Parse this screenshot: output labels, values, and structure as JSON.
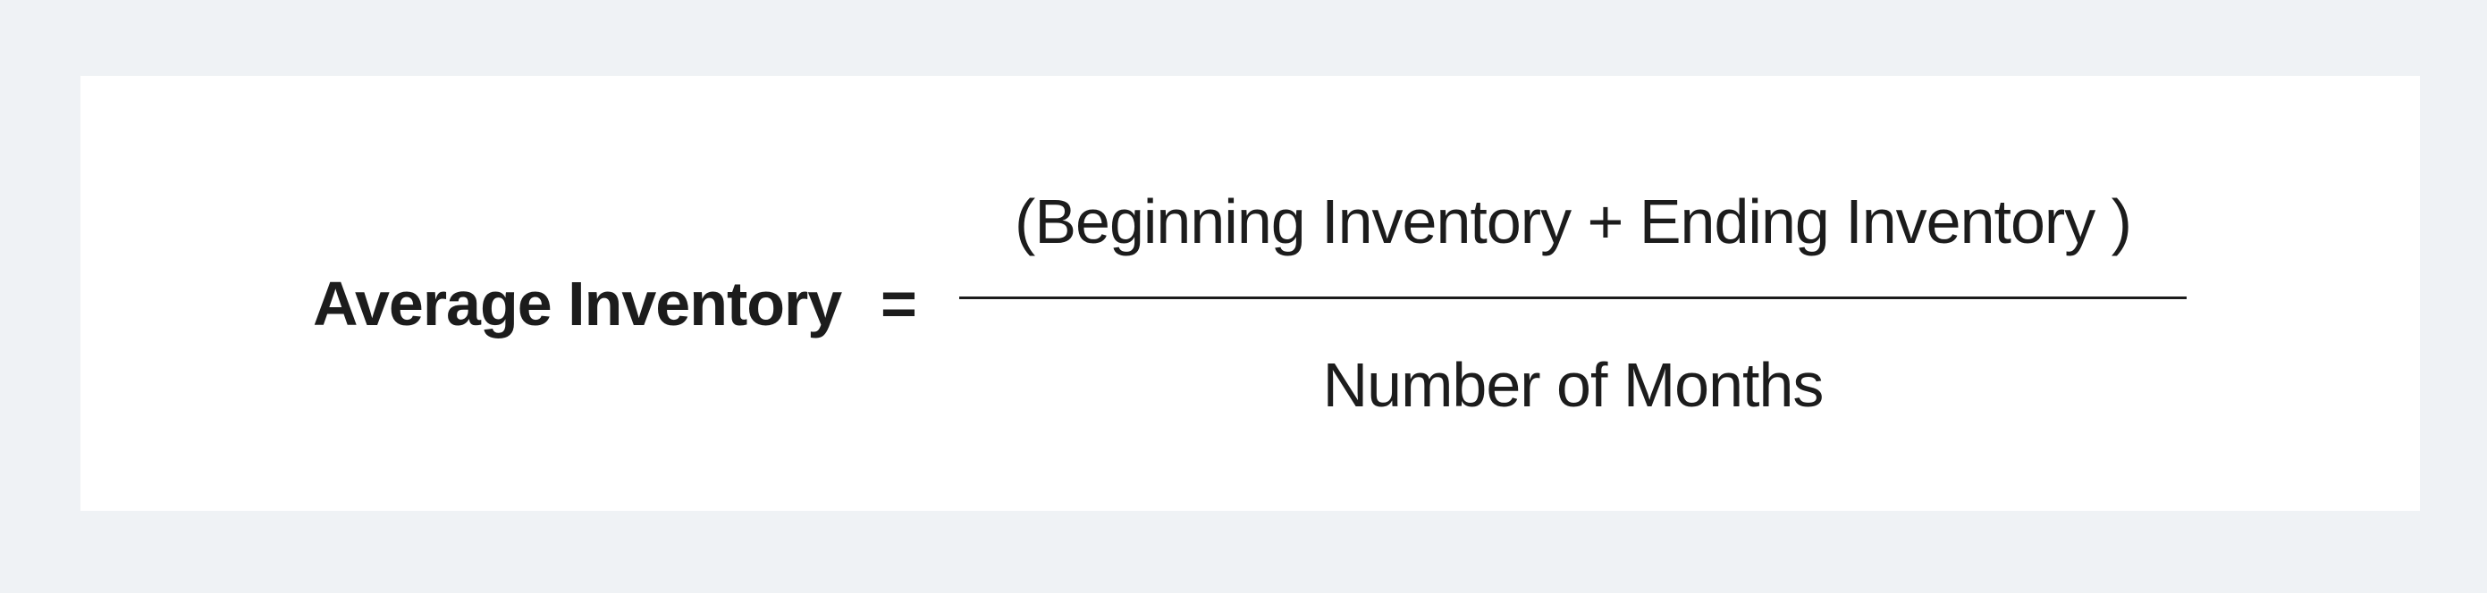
{
  "formula": {
    "lhs": "Average Inventory",
    "operator": "=",
    "numerator": "(Beginning Inventory + Ending Inventory )",
    "denominator": "Number of Months"
  }
}
